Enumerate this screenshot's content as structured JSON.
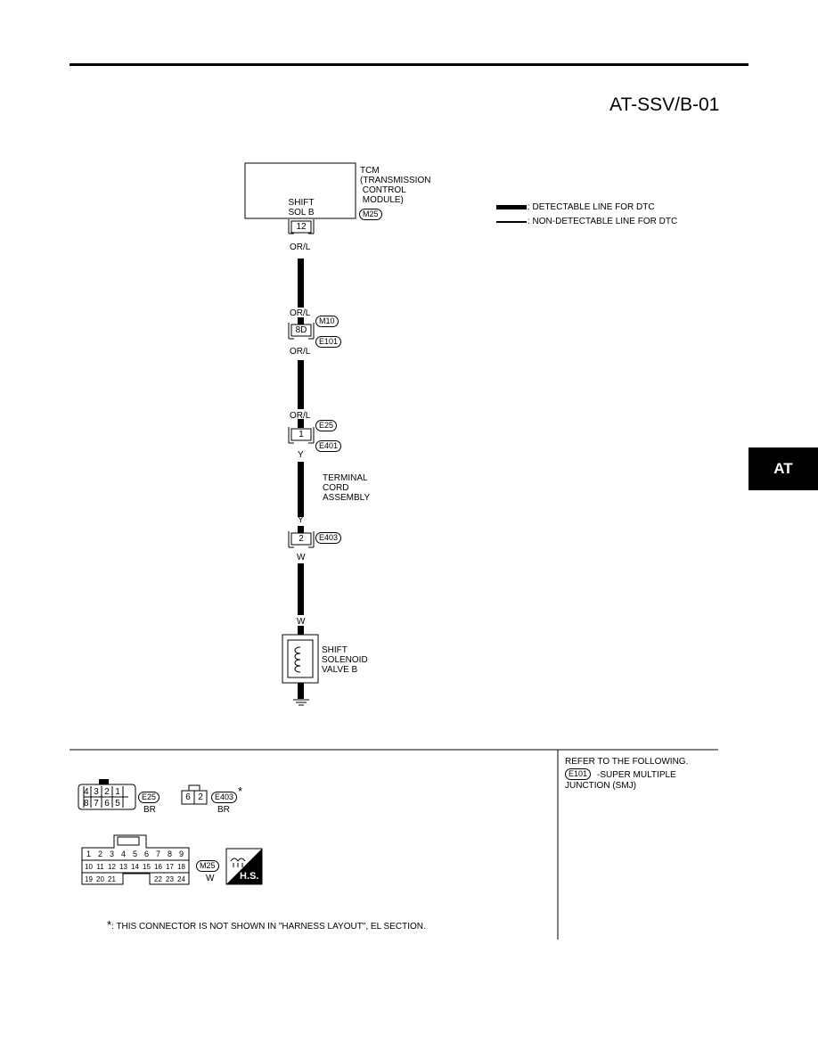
{
  "page": {
    "title": "AT-SSV/B-01",
    "side_tab": "AT"
  },
  "legend": {
    "detectable": ": DETECTABLE LINE FOR DTC",
    "non_detectable": ": NON-DETECTABLE LINE FOR DTC"
  },
  "tcm": {
    "lines": [
      "TCM",
      "(TRANSMISSION",
      " CONTROL",
      " MODULE)"
    ],
    "connector": "M25",
    "terminal_label": [
      "SHIFT",
      "SOL B"
    ],
    "terminal": "12"
  },
  "wires": {
    "w1_top": "OR/L",
    "w2_top": "OR/L",
    "w2_bottom": "OR/L",
    "w3_top": "OR/L",
    "w3_bottom": "Y",
    "w4_top": "Y",
    "w4_bottom": "W",
    "w5_top": "W"
  },
  "connectors": {
    "c1_pin": "8D",
    "c1_a": "M10",
    "c1_b": "E101",
    "c2_pin": "1",
    "c2_a": "E25",
    "c2_b": "E401",
    "c3_pin": "2",
    "c3_a": "E403"
  },
  "terminal_cord": [
    "TERMINAL",
    "CORD",
    "ASSEMBLY"
  ],
  "solenoid": [
    "SHIFT",
    "SOLENOID",
    "VALVE B"
  ],
  "refer": {
    "heading": "REFER TO THE FOLLOWING.",
    "code": "E101",
    "item": "-SUPER MULTIPLE",
    "item2": "JUNCTION (SMJ)"
  },
  "connector_views": {
    "e25": {
      "id": "E25",
      "color": "BR",
      "row1": [
        "4",
        "3",
        "2",
        "1"
      ],
      "row2": [
        "8",
        "7",
        "6",
        "5"
      ]
    },
    "e403": {
      "id": "E403",
      "color": "BR",
      "pins": [
        "6",
        "2"
      ],
      "star": "*"
    },
    "m25": {
      "id": "M25",
      "color": "W",
      "row1": [
        "1",
        "2",
        "3",
        "4",
        "5",
        "6",
        "7",
        "8",
        "9"
      ],
      "row2": [
        "10",
        "11",
        "12",
        "13",
        "14",
        "15",
        "16",
        "17",
        "18"
      ],
      "row3a": [
        "19",
        "20",
        "21"
      ],
      "row3b": [
        "22",
        "23",
        "24"
      ]
    },
    "hs_label": "H.S."
  },
  "footnote": {
    "star": "*",
    "text": ": THIS CONNECTOR IS NOT SHOWN IN \"HARNESS LAYOUT\", EL SECTION."
  }
}
